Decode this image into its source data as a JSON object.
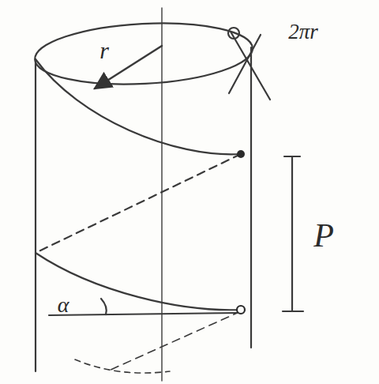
{
  "diagram": {
    "labels": [
      "r",
      "2πr",
      "P",
      "α"
    ]
  }
}
